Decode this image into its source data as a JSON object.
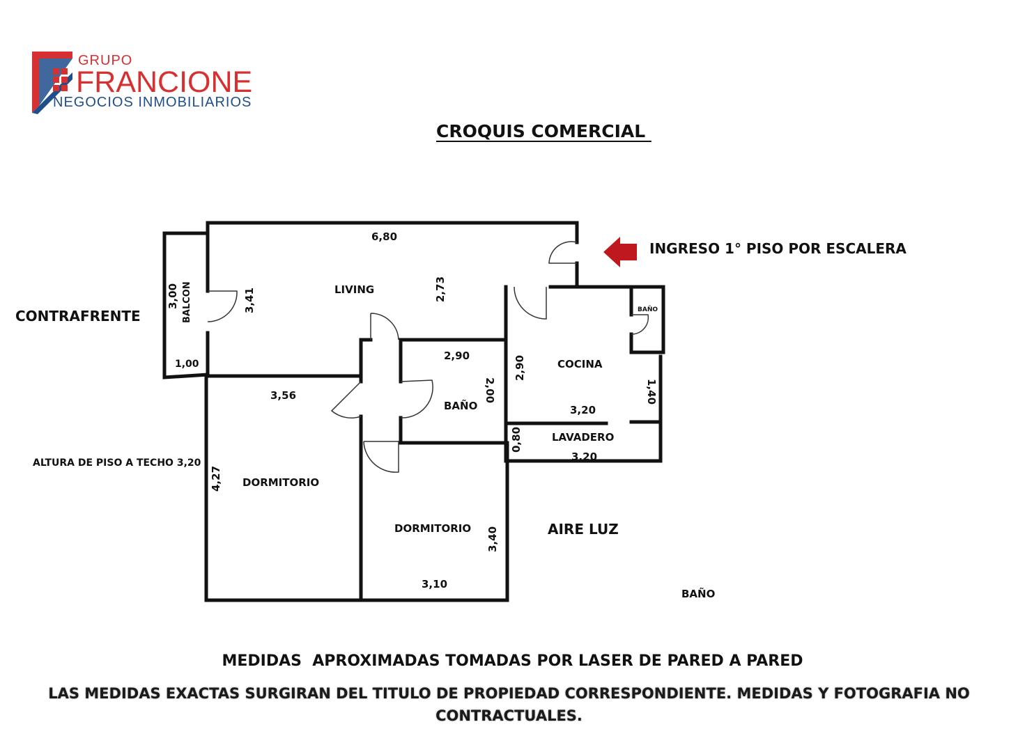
{
  "brand": {
    "logo_top": "GRUPO",
    "logo_main": "FRANCIONE",
    "logo_sub": "NEGOCIOS INMOBILIARIOS",
    "colors": {
      "red": "#d63031",
      "blue": "#1e4e8c"
    }
  },
  "title": "CROQUIS COMERCIAL ",
  "labels": {
    "contrafrente": "CONTRAFRENTE",
    "ingreso": "INGRESO 1° PISO POR ESCALERA",
    "altura": "ALTURA DE PISO A TECHO 3,20",
    "aire_luz": "AIRE LUZ",
    "bano_outside": "BAÑO"
  },
  "rooms": {
    "living": "LIVING",
    "balcon": "BALCON",
    "cocina": "COCINA",
    "bano_small": "BAÑO",
    "bano": "BAÑO",
    "lavadero": "LAVADERO",
    "dormitorio_1": "DORMITORIO",
    "dormitorio_2": "DORMITORIO"
  },
  "dimensions": {
    "living_width": "6,80",
    "living_height": "2,73",
    "living_depth": "3,41",
    "balcon_height": "3,00",
    "balcon_width": "1,00",
    "bano_width": "2,90",
    "bano_height": "2,00",
    "cocina_height": "2,90",
    "cocina_width": "3,20",
    "cocina_side": "1,40",
    "lavadero_height": "0,80",
    "lavadero_width": "3,20",
    "dorm1_width": "3,56",
    "dorm1_height": "4,27",
    "dorm2_height": "3,40",
    "dorm2_width": "3,10"
  },
  "notes": {
    "line1": "MEDIDAS  APROXIMADAS TOMADAS POR LASER DE PARED A PARED",
    "line2": "LAS MEDIDAS EXACTAS SURGIRAN DEL TITULO DE PROPIEDAD CORRESPONDIENTE. MEDIDAS Y FOTOGRAFIA NO CONTRACTUALES."
  },
  "arrow_color": "#c0181f"
}
